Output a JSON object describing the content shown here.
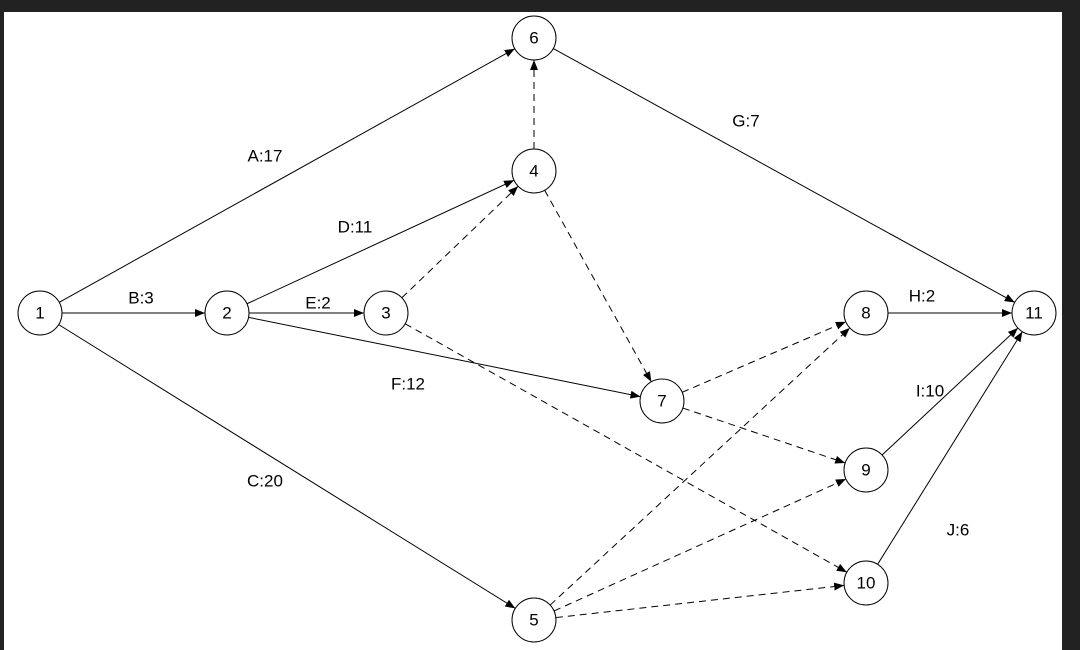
{
  "nodes": [
    {
      "id": "1",
      "label": "1"
    },
    {
      "id": "2",
      "label": "2"
    },
    {
      "id": "3",
      "label": "3"
    },
    {
      "id": "4",
      "label": "4"
    },
    {
      "id": "5",
      "label": "5"
    },
    {
      "id": "6",
      "label": "6"
    },
    {
      "id": "7",
      "label": "7"
    },
    {
      "id": "8",
      "label": "8"
    },
    {
      "id": "9",
      "label": "9"
    },
    {
      "id": "10",
      "label": "10"
    },
    {
      "id": "11",
      "label": "11"
    }
  ],
  "activities": [
    {
      "from": "1",
      "to": "6",
      "label": "A:17"
    },
    {
      "from": "1",
      "to": "2",
      "label": "B:3"
    },
    {
      "from": "1",
      "to": "5",
      "label": "C:20"
    },
    {
      "from": "2",
      "to": "4",
      "label": "D:11"
    },
    {
      "from": "2",
      "to": "3",
      "label": "E:2"
    },
    {
      "from": "2",
      "to": "7",
      "label": "F:12"
    },
    {
      "from": "6",
      "to": "11",
      "label": "G:7"
    },
    {
      "from": "8",
      "to": "11",
      "label": "H:2"
    },
    {
      "from": "9",
      "to": "11",
      "label": "I:10"
    },
    {
      "from": "10",
      "to": "11",
      "label": "J:6"
    }
  ],
  "dummies": [
    {
      "from": "4",
      "to": "6"
    },
    {
      "from": "3",
      "to": "4"
    },
    {
      "from": "3",
      "to": "10"
    },
    {
      "from": "4",
      "to": "7"
    },
    {
      "from": "7",
      "to": "8"
    },
    {
      "from": "7",
      "to": "9"
    },
    {
      "from": "5",
      "to": "8"
    },
    {
      "from": "5",
      "to": "9"
    },
    {
      "from": "5",
      "to": "10"
    }
  ],
  "colors": {
    "line": "#000000",
    "canvas": "#ffffff",
    "frame": "#222222"
  }
}
